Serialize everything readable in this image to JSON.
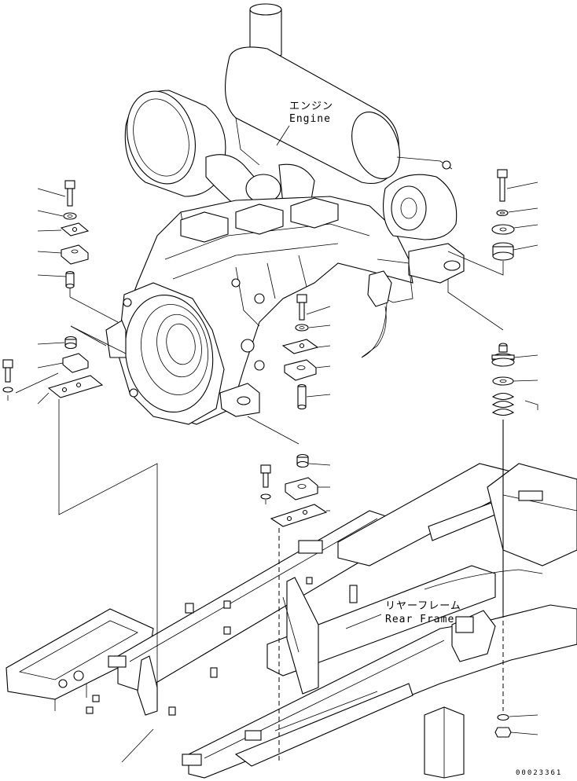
{
  "labels": {
    "engine_jp": "エンジン",
    "engine_en": "Engine",
    "frame_jp": "リヤーフレーム",
    "frame_en": "Rear Frame"
  },
  "drawing_number": "00023361"
}
